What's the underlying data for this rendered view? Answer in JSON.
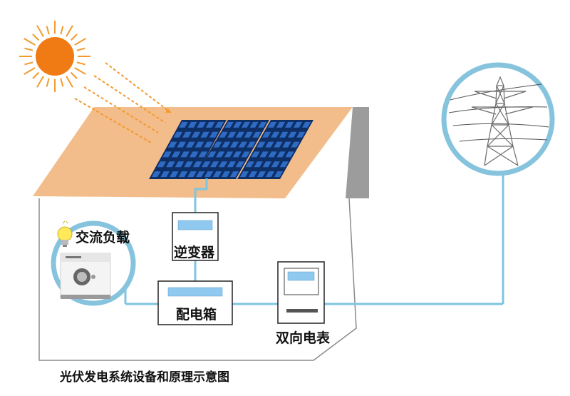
{
  "labels": {
    "ac_load": "交流负载",
    "inverter": "逆变器",
    "distribution_box": "配电箱",
    "bidirectional_meter": "双向电表"
  },
  "caption": "光伏发电系统设备和原理示意图",
  "colors": {
    "sun": "#f07a14",
    "sun_rays": "#f39a2e",
    "roof": "#f2bd8a",
    "roof_side": "#999999",
    "wall_outline": "#8a8a8a",
    "panel_cell": "#1e4f9c",
    "panel_frame": "#0e2e66",
    "wire": "#7fc4e0",
    "display": "#8fc9ef",
    "callout_ring": "#86c3dd"
  },
  "icons": {
    "sun": "sun-icon",
    "tower": "power-tower-icon",
    "bulb": "light-bulb-icon",
    "appliance": "washing-machine-icon"
  }
}
